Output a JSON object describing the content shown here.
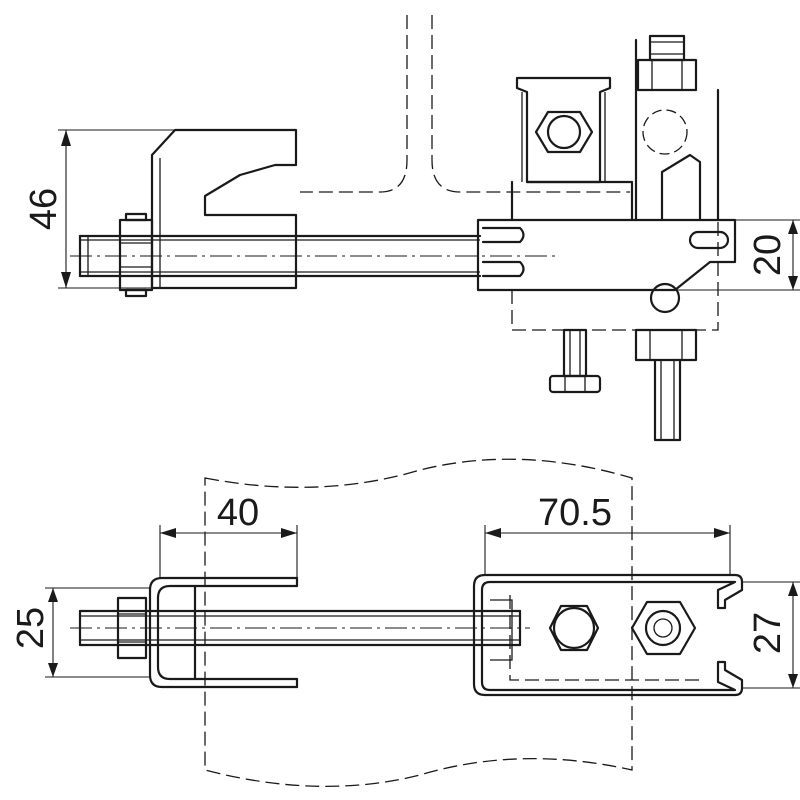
{
  "dimensions": {
    "height_side": "46",
    "bar_height": "20",
    "clamp_depth": "40",
    "bracket_length": "70.5",
    "clamp_width": "25",
    "bracket_width": "27"
  },
  "colors": {
    "line": "#1a1a1a",
    "background": "#ffffff"
  }
}
